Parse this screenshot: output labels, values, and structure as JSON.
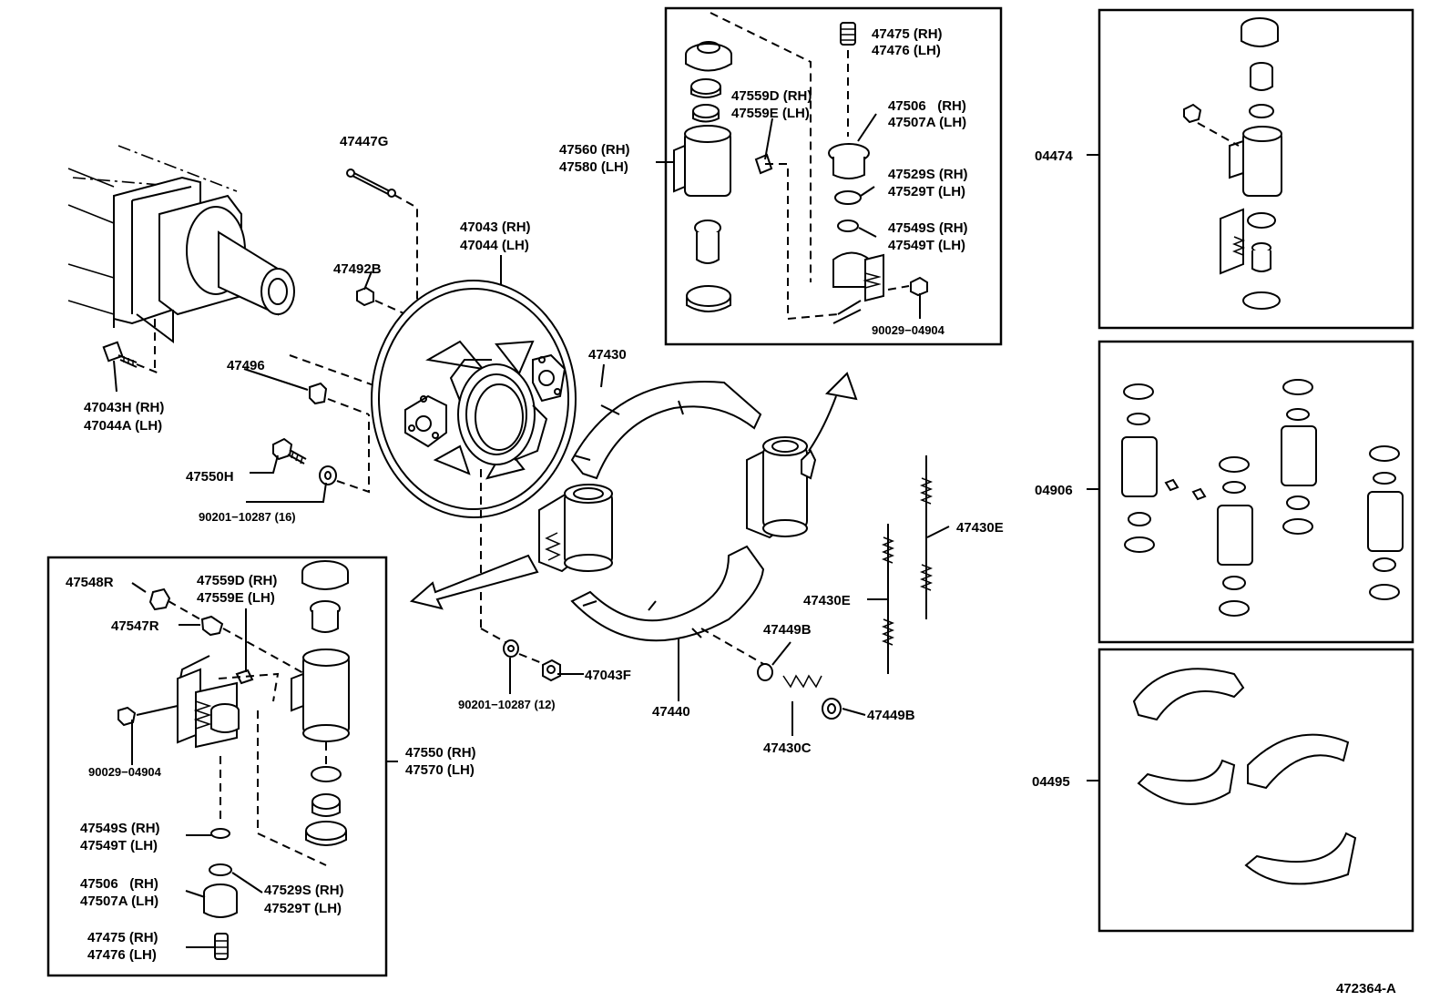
{
  "diagram_id": "472364-A",
  "kit_codes": {
    "wheel_cyl_kit": "04474",
    "cup_kit": "04906",
    "shoe_kit": "04495"
  },
  "parts": {
    "p47447G": "47447G",
    "p47492B": "47492B",
    "p47496": "47496",
    "p47043H_rh": "47043H (RH)",
    "p47044A_lh": "47044A (LH)",
    "p47550H": "47550H",
    "p90201_16": "90201−10287 (16)",
    "p47043_rh": "47043 (RH)",
    "p47044_lh": "47044 (LH)",
    "p47430": "47430",
    "p47440": "47440",
    "p47043F": "47043F",
    "p90201_12": "90201−10287 (12)",
    "p47449B_a": "47449B",
    "p47449B_b": "47449B",
    "p47430C": "47430C",
    "p47430E_a": "47430E",
    "p47430E_b": "47430E",
    "top": {
      "p47475_rh": "47475 (RH)",
      "p47476_lh": "47476 (LH)",
      "p47559D_rh": "47559D (RH)",
      "p47559E_lh": "47559E (LH)",
      "p47506_rh": "47506   (RH)",
      "p47507A_lh": "47507A (LH)",
      "p47560_rh": "47560 (RH)",
      "p47580_lh": "47580 (LH)",
      "p47529S_rh": "47529S (RH)",
      "p47529T_lh": "47529T (LH)",
      "p47549S_rh": "47549S (RH)",
      "p47549T_lh": "47549T (LH)",
      "p90029": "90029−04904"
    },
    "bottom": {
      "p47548R": "47548R",
      "p47547R": "47547R",
      "p47559D_rh": "47559D (RH)",
      "p47559E_lh": "47559E (LH)",
      "p90029": "90029−04904",
      "p47550_rh": "47550 (RH)",
      "p47570_lh": "47570 (LH)",
      "p47549S_rh": "47549S (RH)",
      "p47549T_lh": "47549T (LH)",
      "p47506_rh": "47506   (RH)",
      "p47507A_lh": "47507A (LH)",
      "p47529S_rh": "47529S (RH)",
      "p47529T_lh": "47529T (LH)",
      "p47475_rh": "47475 (RH)",
      "p47476_lh": "47476 (LH)"
    }
  }
}
